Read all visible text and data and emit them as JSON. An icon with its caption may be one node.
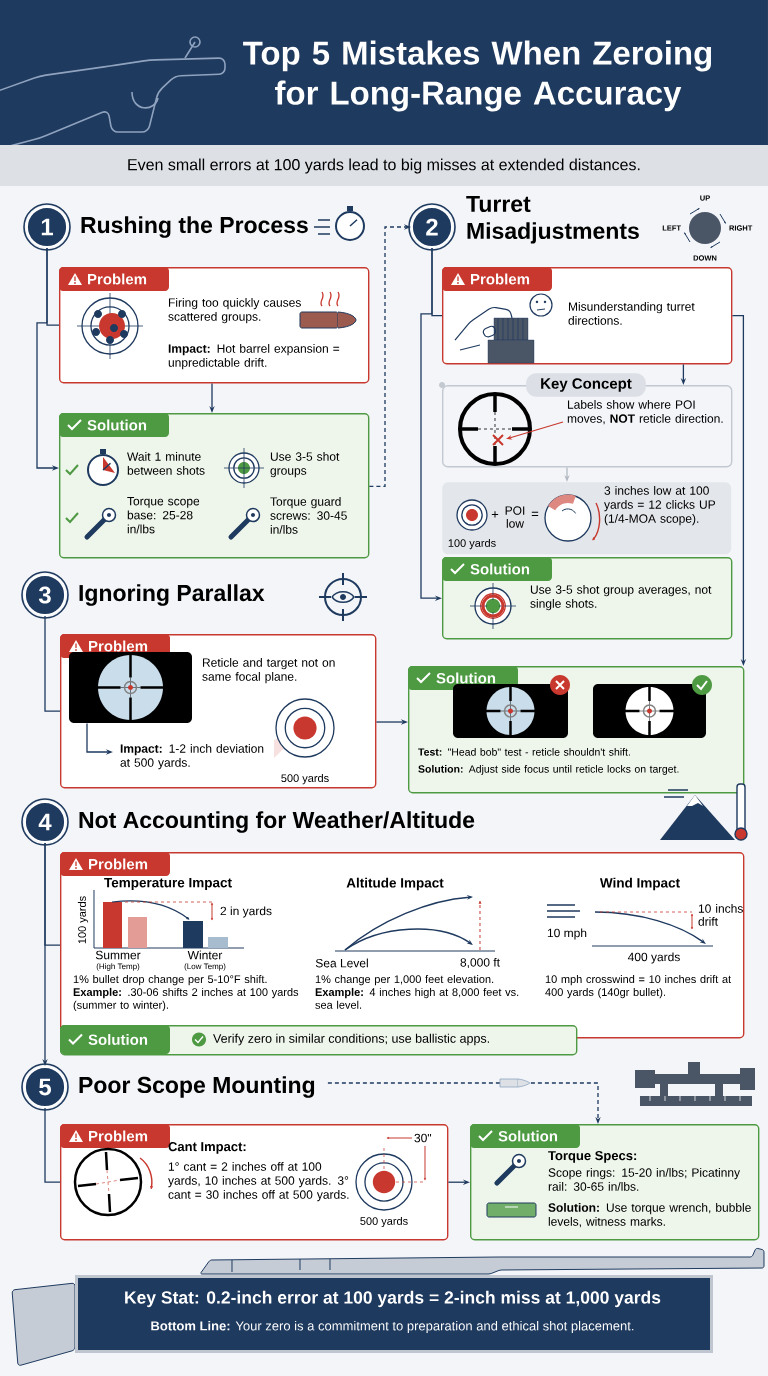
{
  "diagram": {
    "title": "Top 5 Mistakes When Zeroing for Long-Range Accuracy",
    "nodes": [
      {
        "text": [
          "1"
        ],
        "beside": [
          "Rushing the Process"
        ]
      },
      {
        "text": [
          "Problem",
          "Firing too quickly causes scattered groups.",
          "**Impact:** Hot barrel expansion = unpredictable drift."
        ]
      },
      {
        "text": [
          "Solution",
          "Wait 1 minute between shots",
          "Use 3-5 shot groups",
          "Torque scope base: 25-28 in/lbs",
          "Torque guard screws: 30-45 in/lbs"
        ]
      },
      {
        "text": [
          "2"
        ],
        "beside": [
          "Turret Misadjustments"
        ]
      },
      {
        "text": [
          "Problem",
          "Misunderstanding turret directions."
        ]
      },
      {
        "text": [
          "Key Concept",
          "Labels show where POI moves, **NOT** reticle direction."
        ]
      },
      {
        "text": [
          "100 yards",
          "+",
          "POI low",
          "=",
          "3 inches low at 100 yards = 12 clicks UP (1/4-MOA scope)."
        ]
      },
      {
        "text": [
          "Solution",
          "Use 3-5 shot group averages, not single shots."
        ]
      },
      {
        "text": [
          "3"
        ],
        "beside": [
          "Ignoring Parallax"
        ]
      },
      {
        "text": [
          "Problem",
          "Reticle and target not on same focal plane.",
          "**Impact:** 1-2 inch deviation at 500 yards.",
          "500 yards"
        ]
      },
      {
        "text": [
          "Solution",
          "**Test:** \"Head bob\" test - reticle shouldn't shift.",
          "**Solution:** Adjust side focus until reticle locks on target."
        ]
      },
      {
        "text": [
          "4"
        ],
        "beside": [
          "Not Accounting for Weather/Altitude"
        ]
      },
      {
        "text": [
          "Problem",
          "Temperature Impact",
          "Altitude Impact",
          "Wind Impact",
          "1% bullet drop change per 5-10°F shift. **Example:** .30-06 shifts 2 inches at 100 yards (summer to winter).",
          "1% change per 1,000 feet elevation. **Example:** 4 inches high at 8,000 feet vs. sea level.",
          "10 mph crosswind = 10 inches drift at 400 yards (140gr bullet)."
        ]
      },
      {
        "text": [
          "Solution",
          "Verify zero in similar conditions; use ballistic apps."
        ]
      },
      {
        "text": [
          "5"
        ],
        "beside": [
          "Poor Scope Mounting"
        ]
      },
      {
        "text": [
          "Problem",
          "Cant Impact:",
          "1° cant = 2 inches off at 100 yards, 10 inches at 500 yards. 3° cant = 30 inches off at 500 yards.",
          "500 yards"
        ]
      },
      {
        "text": [
          "Solution",
          "Torque Specs:",
          "Scope rings: 15-20 in/lbs; Picatinny rail: 30-65 in/lbs.",
          "**Solution:** Use torque wrench, bubble levels, witness marks."
        ]
      },
      {
        "text": [
          "Key Stat: 0.2-inch error at 100 yards = 2-inch miss at 1,000 yards",
          "**Bottom Line:** Your zero is a commitment to preparation and ethical shot placement."
        ]
      },
      {
        "text": [],
        "shape": "picture",
        "in": 9
      }
    ],
    "edges": [
      {
        "from": 0,
        "to": 1,
        "arrow": "none"
      },
      {
        "from": 0,
        "to": 2,
        "arrow": "to"
      },
      {
        "from": 1,
        "to": 2,
        "arrow": "to"
      },
      {
        "from": 2,
        "to": 3,
        "arrow": "to",
        "style": "dashed"
      },
      {
        "from": 3,
        "to": 4,
        "arrow": "none"
      },
      {
        "from": 3,
        "to": 7,
        "arrow": "to"
      },
      {
        "from": 4,
        "to": 5,
        "arrow": "to"
      },
      {
        "from": 5,
        "to": 6,
        "arrow": "to",
        "color": "#b3b9c2"
      },
      {
        "from": 4,
        "to": 10,
        "arrow": "to"
      },
      {
        "from": 8,
        "to": 9,
        "arrow": "none"
      },
      {
        "from": 9,
        "to": 10,
        "arrow": "to"
      },
      {
        "from": 11,
        "to": 12,
        "arrow": "none"
      },
      {
        "from": 11,
        "to": 14,
        "arrow": "to"
      },
      {
        "from": 14,
        "to": 15,
        "arrow": "none"
      },
      {
        "from": 15,
        "to": 16,
        "arrow": "to"
      },
      {
        "from": 14,
        "to": 16,
        "arrow": "to",
        "style": "dashed"
      },
      {
        "from": 18,
        "to": null,
        "arrow": "to"
      }
    ],
    "labels": [
      "Even small errors at 100 yards lead to big misses at extended distances.",
      "UP",
      "LEFT",
      "RIGHT",
      "DOWN",
      "100 yards",
      "2 in yards",
      "Summer",
      "(High Temp)",
      "Winter",
      "(Low Temp)",
      "Sea Level",
      "8,000 ft",
      "10 mph",
      "10 inchs drift",
      "400 yards",
      "30\""
    ]
  }
}
